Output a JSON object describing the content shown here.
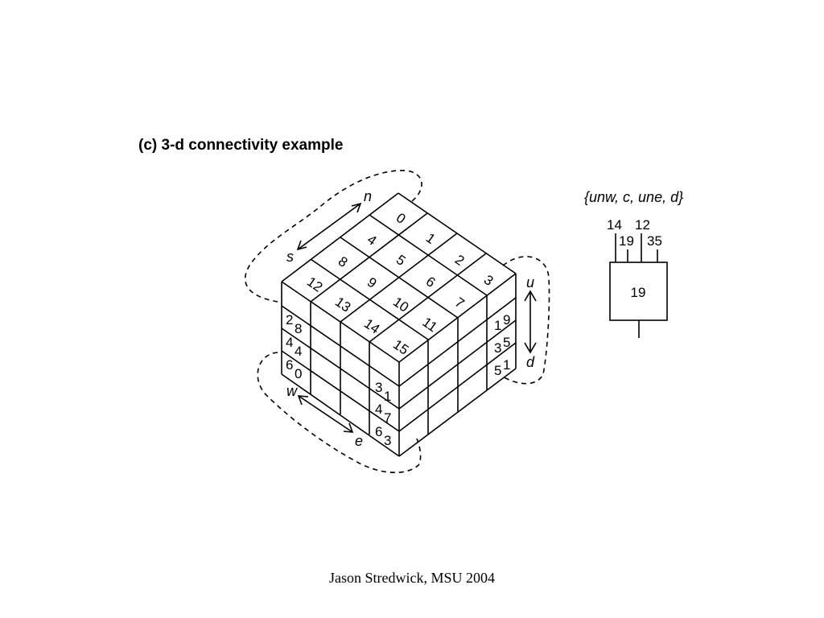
{
  "title": "(c) 3-d connectivity example",
  "footer": "Jason Stredwick, MSU 2004",
  "top_face": [
    "0",
    "1",
    "2",
    "3",
    "4",
    "5",
    "6",
    "7",
    "8",
    "9",
    "10",
    "11",
    "12",
    "13",
    "14",
    "15"
  ],
  "left_face_digits": [
    [
      "2",
      "8"
    ],
    [
      "4",
      "4"
    ],
    [
      "6",
      "0"
    ]
  ],
  "front_face_digits": [
    [
      "3",
      "1"
    ],
    [
      "4",
      "7"
    ],
    [
      "6",
      "3"
    ]
  ],
  "right_face_digits": [
    [
      "1",
      "9"
    ],
    [
      "3",
      "5"
    ],
    [
      "5",
      "1"
    ]
  ],
  "directions": {
    "n": "n",
    "s": "s",
    "u": "u",
    "d": "d",
    "w": "w",
    "e": "e"
  },
  "neighbor_set_label": "{unw, c, une, d}",
  "box": {
    "inputs_top": [
      "14",
      "12"
    ],
    "inputs_bottom": [
      "19",
      "35"
    ],
    "value": "19"
  }
}
